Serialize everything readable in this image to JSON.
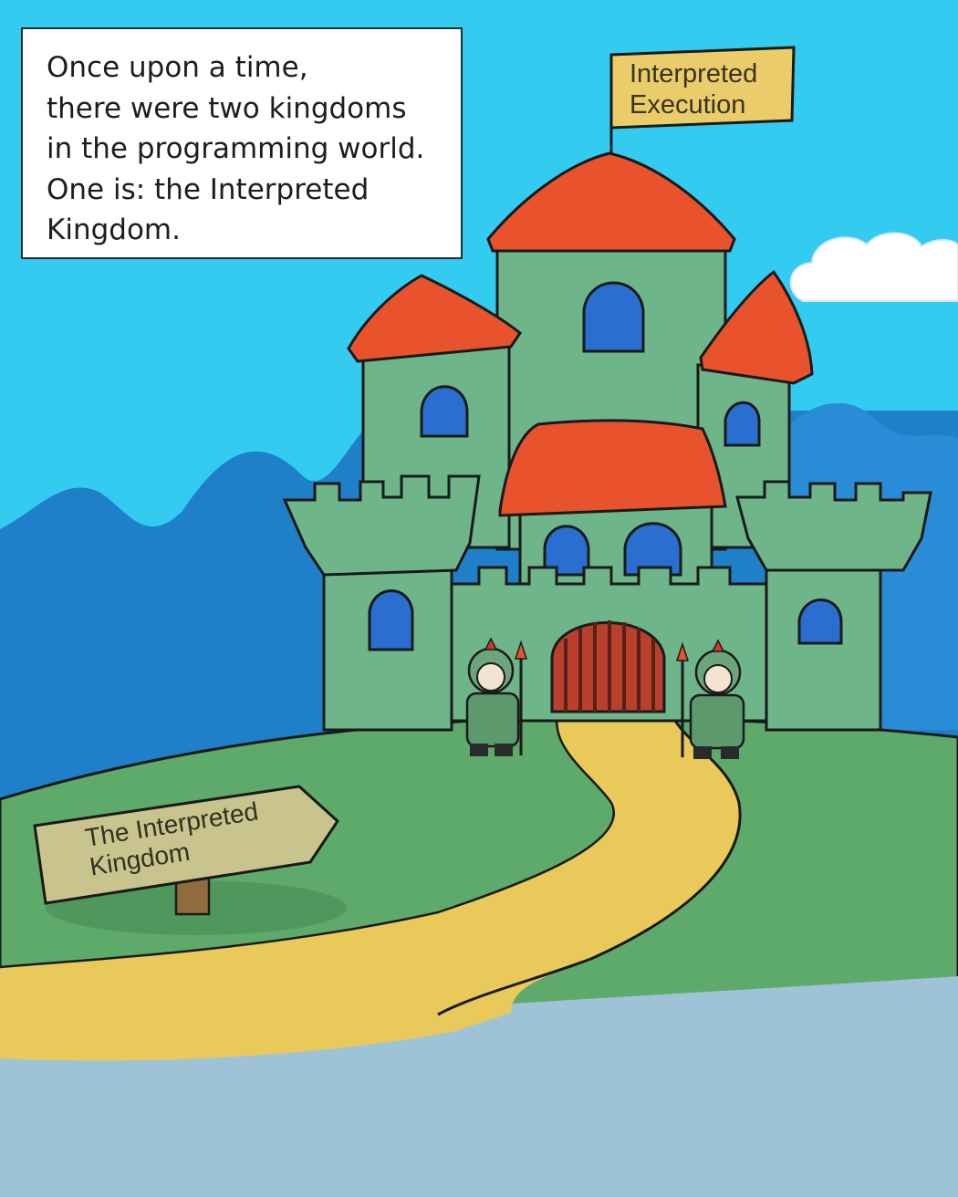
{
  "caption": {
    "lines": [
      "Once upon a time,",
      "there were two kingdoms",
      "in the programming world.",
      "One is: the Interpreted",
      "Kingdom."
    ]
  },
  "flag": {
    "lines": [
      "Interpreted",
      "Execution"
    ]
  },
  "signpost": {
    "lines": [
      "The Interpreted",
      "Kingdom"
    ]
  },
  "colors": {
    "sky": "#34cbf1",
    "mountains": "#1f7fc8",
    "hill": "#5daa6a",
    "path": "#e8c95a",
    "water": "#9fc3d6",
    "castle": "#6fb58a",
    "roof": "#e8532d",
    "window": "#2a6fd0",
    "flag": "#eacd6a"
  }
}
